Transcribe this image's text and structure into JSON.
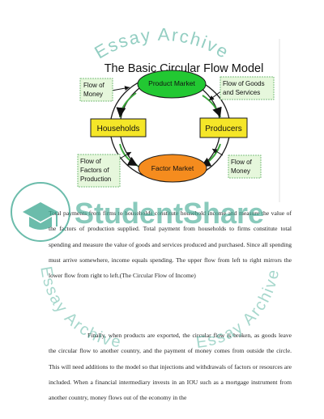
{
  "diagram": {
    "title": "The Basic Circular Flow Model",
    "nodes": {
      "product_market": "Product  Market",
      "factor_market": "Factor Market",
      "households": "Households",
      "producers": "Producers"
    },
    "labels": {
      "flow_money_top": [
        "Flow of",
        "Money"
      ],
      "flow_goods": [
        "Flow of Goods",
        "and Services"
      ],
      "flow_factors": [
        "Flow of",
        "Factors of",
        "Production"
      ],
      "flow_money_bottom": [
        "Flow of",
        "Money"
      ]
    },
    "colors": {
      "product_market": "#22c832",
      "factor_market": "#f58c1e",
      "households": "#f5e628",
      "producers": "#f5e628",
      "label_box": "#e6f7dc",
      "label_border": "#7fbf7f"
    }
  },
  "watermark": {
    "brand": "StudentShare",
    "archive_text": "Essay Archive",
    "logo": "graduation-cap-icon"
  },
  "body": {
    "paragraph1": "Total payments from firms to households constitute household income and measure the value of the factors of production supplied. Total payment from households to firms constitute total spending and measure the value of goods and services produced and purchased. Since all spending must arrive somewhere, income equals spending.  The upper flow from left to right mirrors the lower flow from right to left.(The Circular Flow of Income)",
    "paragraph2": "Finally, when products are exported, the circular flow is broken, as goods leave the circular flow to another country, and the payment of money comes from outside the circle.  This will need additions to the model so that injections and withdrawals of factors or resources are included. When a financial intermediary invests in an IOU such as a mortgage instrument from another country, money flows out of the economy in the"
  }
}
